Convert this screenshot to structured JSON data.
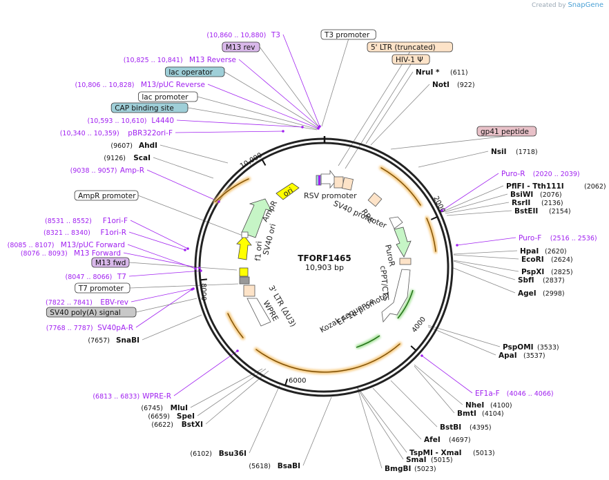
{
  "branding": {
    "created_by": "Created by",
    "product": "SnapGene"
  },
  "plasmid": {
    "name": "TFORF1465",
    "length_label": "10,903 bp",
    "length": 10903
  },
  "colors": {
    "primer": "#a020f0",
    "line": "#888888",
    "arrow_orange": "#f5a623"
  },
  "ruler_ticks": [
    {
      "label": "2000",
      "pos": 2000
    },
    {
      "label": "4000",
      "pos": 4000
    },
    {
      "label": "6000",
      "pos": 6000
    },
    {
      "label": "8000",
      "pos": 8000
    },
    {
      "label": "10,000",
      "pos": 10000
    }
  ],
  "labels": [
    {
      "text": "T3",
      "range": "(10,860 .. 10,880)",
      "kind": "primer"
    },
    {
      "text": "T3 promoter",
      "kind": "box",
      "fill": "#ffffff"
    },
    {
      "text": "M13 rev",
      "kind": "box",
      "fill": "#d9b8ea"
    },
    {
      "text": "5' LTR (truncated)",
      "kind": "box",
      "fill": "#fde3c8"
    },
    {
      "text": "M13 Reverse",
      "range": "(10,825 .. 10,841)",
      "kind": "primer"
    },
    {
      "text": "HIV-1 Ψ",
      "kind": "box",
      "fill": "#fde3c8"
    },
    {
      "text": "lac operator",
      "kind": "box",
      "fill": "#9fcfd8"
    },
    {
      "text": "NruI *",
      "num": "(611)",
      "kind": "site"
    },
    {
      "text": "M13/pUC Reverse",
      "range": "(10,806 .. 10,828)",
      "kind": "primer"
    },
    {
      "text": "NotI",
      "num": "(922)",
      "kind": "site"
    },
    {
      "text": "lac promoter",
      "kind": "box",
      "fill": "#ffffff"
    },
    {
      "text": "CAP binding site",
      "kind": "box",
      "fill": "#9fcfd8"
    },
    {
      "text": "L4440",
      "range": "(10,593 .. 10,610)",
      "kind": "primer"
    },
    {
      "text": "gp41 peptide",
      "kind": "box",
      "fill": "#e8c1c8"
    },
    {
      "text": "pBR322ori-F",
      "range": "(10,340 .. 10,359)",
      "kind": "primer"
    },
    {
      "text": "AhdI",
      "num": "(9607)",
      "kind": "site"
    },
    {
      "text": "NsiI",
      "num": "(1718)",
      "kind": "site"
    },
    {
      "text": "ScaI",
      "num": "(9126)",
      "kind": "site"
    },
    {
      "text": "Amp-R",
      "range": "(9038 .. 9057)",
      "kind": "primer"
    },
    {
      "text": "Puro-R",
      "range": "(2020 .. 2039)",
      "kind": "primer"
    },
    {
      "text": "PflFI - Tth111I",
      "num": "(2062)",
      "kind": "site"
    },
    {
      "text": "AmpR promoter",
      "kind": "box",
      "fill": "#ffffff"
    },
    {
      "text": "BsiWI",
      "num": "(2076)",
      "kind": "site"
    },
    {
      "text": "RsrII",
      "num": "(2136)",
      "kind": "site"
    },
    {
      "text": "BstEII",
      "num": "(2154)",
      "kind": "site"
    },
    {
      "text": "F1ori-F",
      "range": "(8531 .. 8552)",
      "kind": "primer"
    },
    {
      "text": "F1ori-R",
      "range": "(8321 .. 8340)",
      "kind": "primer"
    },
    {
      "text": "Puro-F",
      "range": "(2516 .. 2536)",
      "kind": "primer"
    },
    {
      "text": "M13/pUC Forward",
      "range": "(8085 .. 8107)",
      "kind": "primer"
    },
    {
      "text": "HpaI",
      "num": "(2620)",
      "kind": "site"
    },
    {
      "text": "M13 Forward",
      "range": "(8076 .. 8093)",
      "kind": "primer"
    },
    {
      "text": "EcoRI",
      "num": "(2624)",
      "kind": "site"
    },
    {
      "text": "M13 fwd",
      "kind": "box",
      "fill": "#d9b8ea"
    },
    {
      "text": "PspXI",
      "num": "(2825)",
      "kind": "site"
    },
    {
      "text": "T7",
      "range": "(8047 .. 8066)",
      "kind": "primer"
    },
    {
      "text": "SbfI",
      "num": "(2837)",
      "kind": "site"
    },
    {
      "text": "T7 promoter",
      "kind": "box",
      "fill": "#ffffff"
    },
    {
      "text": "AgeI",
      "num": "(2998)",
      "kind": "site"
    },
    {
      "text": "EBV-rev",
      "range": "(7822 .. 7841)",
      "kind": "primer"
    },
    {
      "text": "SV40 poly(A) signal",
      "kind": "box",
      "fill": "#c8c8c8"
    },
    {
      "text": "SV40pA-R",
      "range": "(7768 .. 7787)",
      "kind": "primer"
    },
    {
      "text": "SnaBI",
      "num": "(7657)",
      "kind": "site"
    },
    {
      "text": "PspOMI",
      "num": "(3533)",
      "kind": "site"
    },
    {
      "text": "ApaI",
      "num": "(3537)",
      "kind": "site"
    },
    {
      "text": "EF1a-F",
      "range": "(4046 .. 4066)",
      "kind": "primer"
    },
    {
      "text": "WPRE-R",
      "range": "(6813 .. 6833)",
      "kind": "primer"
    },
    {
      "text": "NheI",
      "num": "(4100)",
      "kind": "site"
    },
    {
      "text": "BmtI",
      "num": "(4104)",
      "kind": "site"
    },
    {
      "text": "MluI",
      "num": "(6745)",
      "kind": "site"
    },
    {
      "text": "SpeI",
      "num": "(6659)",
      "kind": "site"
    },
    {
      "text": "BstXI",
      "num": "(6622)",
      "kind": "site"
    },
    {
      "text": "BstBI",
      "num": "(4395)",
      "kind": "site"
    },
    {
      "text": "AfeI",
      "num": "(4697)",
      "kind": "site"
    },
    {
      "text": "Bsu36I",
      "num": "(6102)",
      "kind": "site"
    },
    {
      "text": "TspMI - XmaI",
      "num": "(5013)",
      "kind": "site"
    },
    {
      "text": "SmaI",
      "num": "(5015)",
      "kind": "site"
    },
    {
      "text": "BsaBI",
      "num": "(5618)",
      "kind": "site"
    },
    {
      "text": "BmgBI",
      "num": "(5023)",
      "kind": "site"
    }
  ],
  "features": [
    {
      "text": "ori"
    },
    {
      "text": "AmpR"
    },
    {
      "text": "f1 ori"
    },
    {
      "text": "SV40 ori"
    },
    {
      "text": "RSV promoter"
    },
    {
      "text": "SV40 promoter"
    },
    {
      "text": "RRE"
    },
    {
      "text": "PuroR"
    },
    {
      "text": "cPPT/CTS"
    },
    {
      "text": "EF-1α promoter"
    },
    {
      "text": "Kozak sequence"
    },
    {
      "text": "3' LTR (ΔU3)"
    },
    {
      "text": "WPRE"
    }
  ]
}
